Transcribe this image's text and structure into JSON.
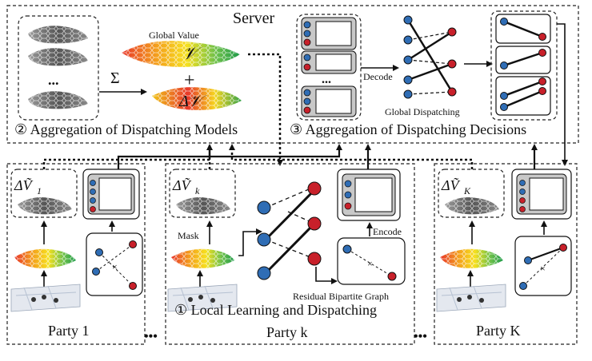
{
  "server": {
    "title": "Server",
    "global_value_label": "Global Value",
    "v_symbol": "𝒱",
    "plus": "+",
    "delta_v": "Δ𝒱",
    "sigma": "Σ",
    "ellipsis": "...",
    "decode_label": "Decode",
    "global_dispatching_label": "Global Dispatching",
    "aggregation_models": "② Aggregation of Dispatching Models",
    "aggregation_decisions": "③ Aggregation of Dispatching Decisions"
  },
  "parties": {
    "party1": {
      "label": "Party 1",
      "delta": "ΔṼ",
      "sub": "1"
    },
    "partyk": {
      "label": "Party k",
      "delta": "ΔṼ",
      "sub": "k"
    },
    "partyK": {
      "label": "Party K",
      "delta": "ΔṼ",
      "sub": "K"
    }
  },
  "local": {
    "mask_label": "Mask",
    "encode_label": "Encode",
    "residual_label": "Residual Bipartite Graph",
    "local_learning_label": "① Local Learning and Dispatching"
  },
  "between_dots": "•••",
  "colors": {
    "node_blue": "#2f6db5",
    "node_red": "#c8202a",
    "panel_gray": "#c8c8c8",
    "border": "#111111"
  }
}
